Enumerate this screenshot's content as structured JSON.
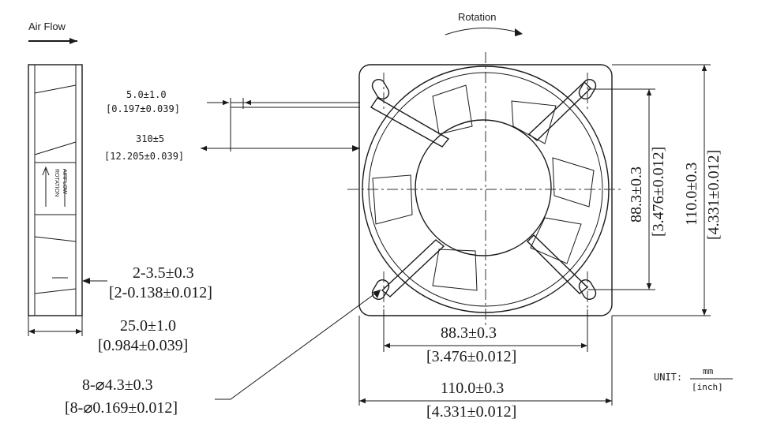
{
  "labels": {
    "air_flow": "Air Flow",
    "rotation": "Rotation",
    "side_rotation": "ROTATION",
    "side_airflow": "AIRFLOW",
    "unit_prefix": "UNIT:",
    "unit_mm": "mm",
    "unit_inch": "[inch]"
  },
  "dimensions": {
    "lead_strip_mm": "5.0±1.0",
    "lead_strip_in": "[0.197±0.039]",
    "lead_length_mm": "310±5",
    "lead_length_in": "[12.205±0.039]",
    "side_screw_mm": "2-3.5±0.3",
    "side_screw_in": "[2-0.138±0.012]",
    "thickness_mm": "25.0±1.0",
    "thickness_in": "[0.984±0.039]",
    "hole_mm": "8-⌀4.3±0.3",
    "hole_in": "[8-⌀0.169±0.012]",
    "hole_spacing_h_mm": "88.3±0.3",
    "hole_spacing_h_in": "[3.476±0.012]",
    "width_mm": "110.0±0.3",
    "width_in": "[4.331±0.012]",
    "hole_spacing_v_mm": "88.3±0.3",
    "hole_spacing_v_in": "[3.476±0.012]",
    "height_mm": "110.0±0.3",
    "height_in": "[4.331±0.012]"
  },
  "colors": {
    "ink": "#1a1a1a",
    "paper": "#ffffff"
  }
}
